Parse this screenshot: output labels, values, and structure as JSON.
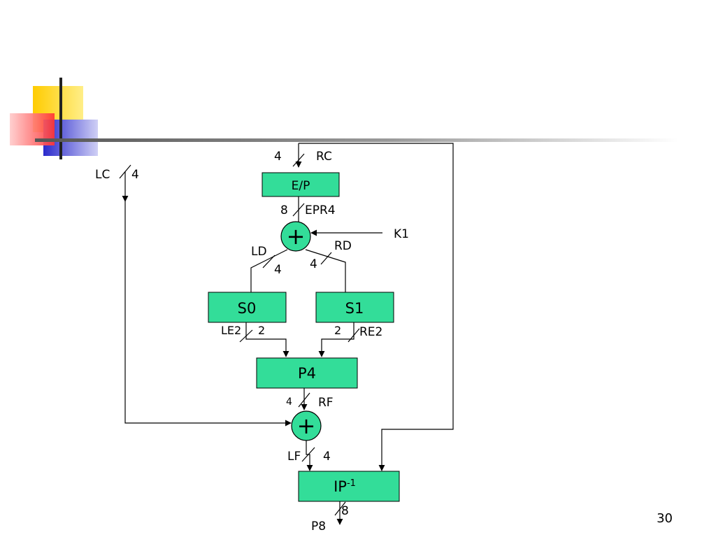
{
  "colors": {
    "block_fill": "#33dd99",
    "deco_yellow": "#ffcc00",
    "deco_red": "#ff3333",
    "deco_blue": "#3333cc",
    "line": "#000000"
  },
  "blocks": {
    "ep": "E/P",
    "s0": "S0",
    "s1": "S1",
    "p4": "P4",
    "ip_base": "IP",
    "ip_sup": "-1"
  },
  "operators": {
    "xor_top": "+",
    "xor_bottom": "+"
  },
  "labels": {
    "rc_width": "4",
    "rc": "RC",
    "lc": "LC",
    "lc_width": "4",
    "epr_width": "8",
    "epr": "EPR4",
    "k1": "K1",
    "ld": "LD",
    "ld_width": "4",
    "rd": "RD",
    "rd_width": "4",
    "le2": "LE2",
    "le2_width": "2",
    "re2_width": "2",
    "re2": "RE2",
    "rf_width": "4",
    "rf": "RF",
    "lf": "LF",
    "lf_width": "4",
    "p8_width": "8",
    "p8": "P8"
  },
  "slide": {
    "page_number": "30"
  }
}
